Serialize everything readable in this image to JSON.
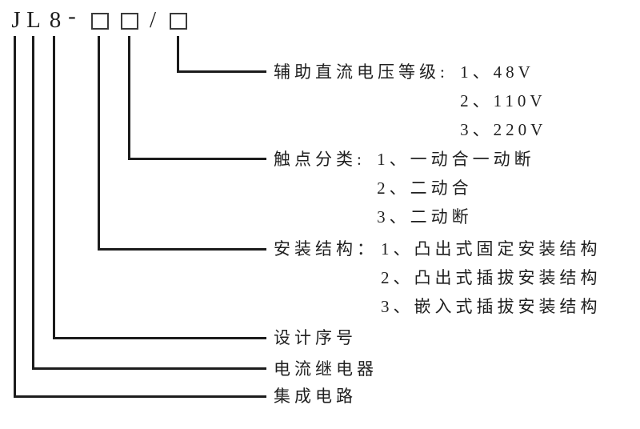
{
  "model_code": {
    "letters": [
      "J",
      "L",
      "8"
    ],
    "dash": "-",
    "slash": "/",
    "placeholder_box_count": 3
  },
  "sections": [
    {
      "id": "aux-voltage",
      "label": "辅助直流电压等级: ",
      "options": [
        "1、48V",
        "2、110V",
        "3、220V"
      ]
    },
    {
      "id": "contact-type",
      "label": "触点分类: ",
      "options": [
        "1、一动合一动断",
        "2、二动合",
        "3、二动断"
      ]
    },
    {
      "id": "mounting-structure",
      "label": "安装结构：",
      "options": [
        "1、凸出式固定安装结构",
        "2、凸出式插拔安装结构",
        "3、嵌入式插拔安装结构"
      ]
    },
    {
      "id": "design-serial",
      "label": "设计序号",
      "options": []
    },
    {
      "id": "current-relay",
      "label": "电流继电器",
      "options": []
    },
    {
      "id": "integrated-circuit",
      "label": "集成电路",
      "options": []
    }
  ],
  "colors": {
    "line": "#1c1c1c",
    "text": "#1f1f1f",
    "background": "#ffffff",
    "box_border": "#3a3a3a"
  }
}
